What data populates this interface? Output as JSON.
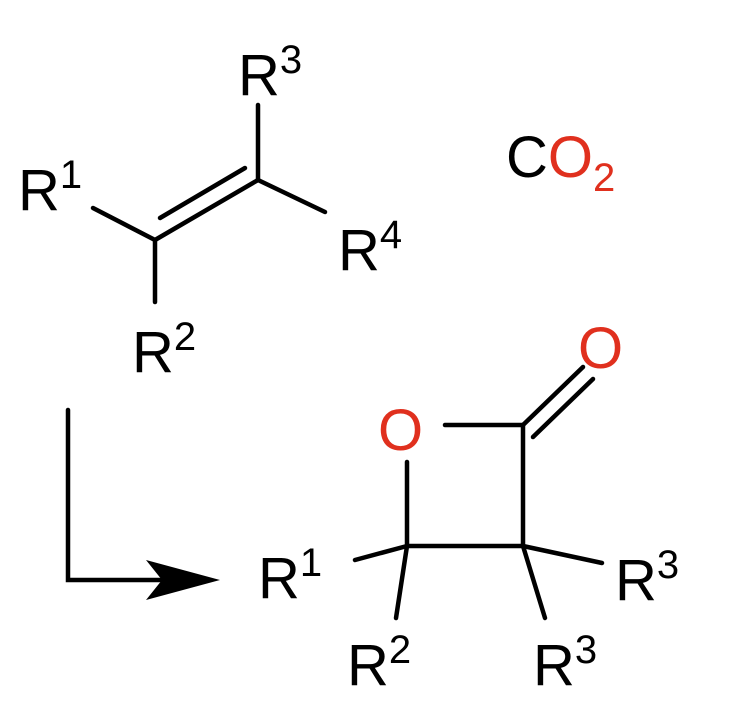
{
  "colors": {
    "ink": "#000000",
    "oxygen": "#e0301e"
  },
  "reactant_alkene": {
    "r1": {
      "base": "R",
      "sup": "1"
    },
    "r2": {
      "base": "R",
      "sup": "2"
    },
    "r3": {
      "base": "R",
      "sup": "3"
    },
    "r4": {
      "base": "R",
      "sup": "4"
    }
  },
  "co2": {
    "carbon": "C",
    "oxygen": "O",
    "subscript": "2"
  },
  "product_lactone": {
    "ring_oxygen": "O",
    "carbonyl_oxygen": "O",
    "r1": {
      "base": "R",
      "sup": "1"
    },
    "r2": {
      "base": "R",
      "sup": "2"
    },
    "r3_right": {
      "base": "R",
      "sup": "3"
    },
    "r3_bottom": {
      "base": "R",
      "sup": "3"
    }
  }
}
